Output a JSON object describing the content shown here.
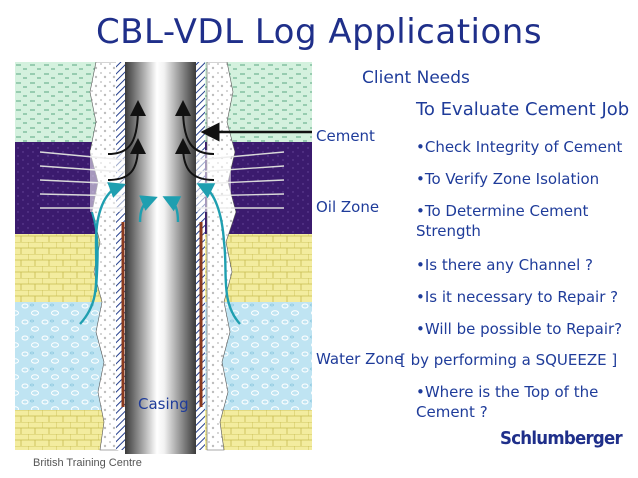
{
  "title": "CBL-VDL Log Applications",
  "labels": {
    "cement": "Cement",
    "oil_zone": "Oil Zone",
    "water_zone": "Water Zone",
    "casing": "Casing"
  },
  "client_needs": {
    "title": "Client Needs",
    "heading": "To Evaluate Cement Job",
    "items": [
      "•Check Integrity of Cement",
      "•To Verify Zone Isolation",
      "•To Determine Cement Strength",
      "•Is there any Channel ?",
      "•Is it necessary to Repair ?",
      "•Will be possible to Repair?",
      "[ by performing a SQUEEZE ]",
      "•Where is the Top of the Cement ?"
    ]
  },
  "footer": "British Training Centre",
  "logo": "Schlumberger",
  "colors": {
    "title": "#1f2f8a",
    "text": "#1f3c9a",
    "oil_zone": "#3a1a6e",
    "water_zone": "#bfe4f1",
    "sandstone": "#f2ea9c",
    "cement_rock": "#cfeed7",
    "flow_arrow": "#1f9fb0",
    "casing": "#8a3a1e"
  }
}
